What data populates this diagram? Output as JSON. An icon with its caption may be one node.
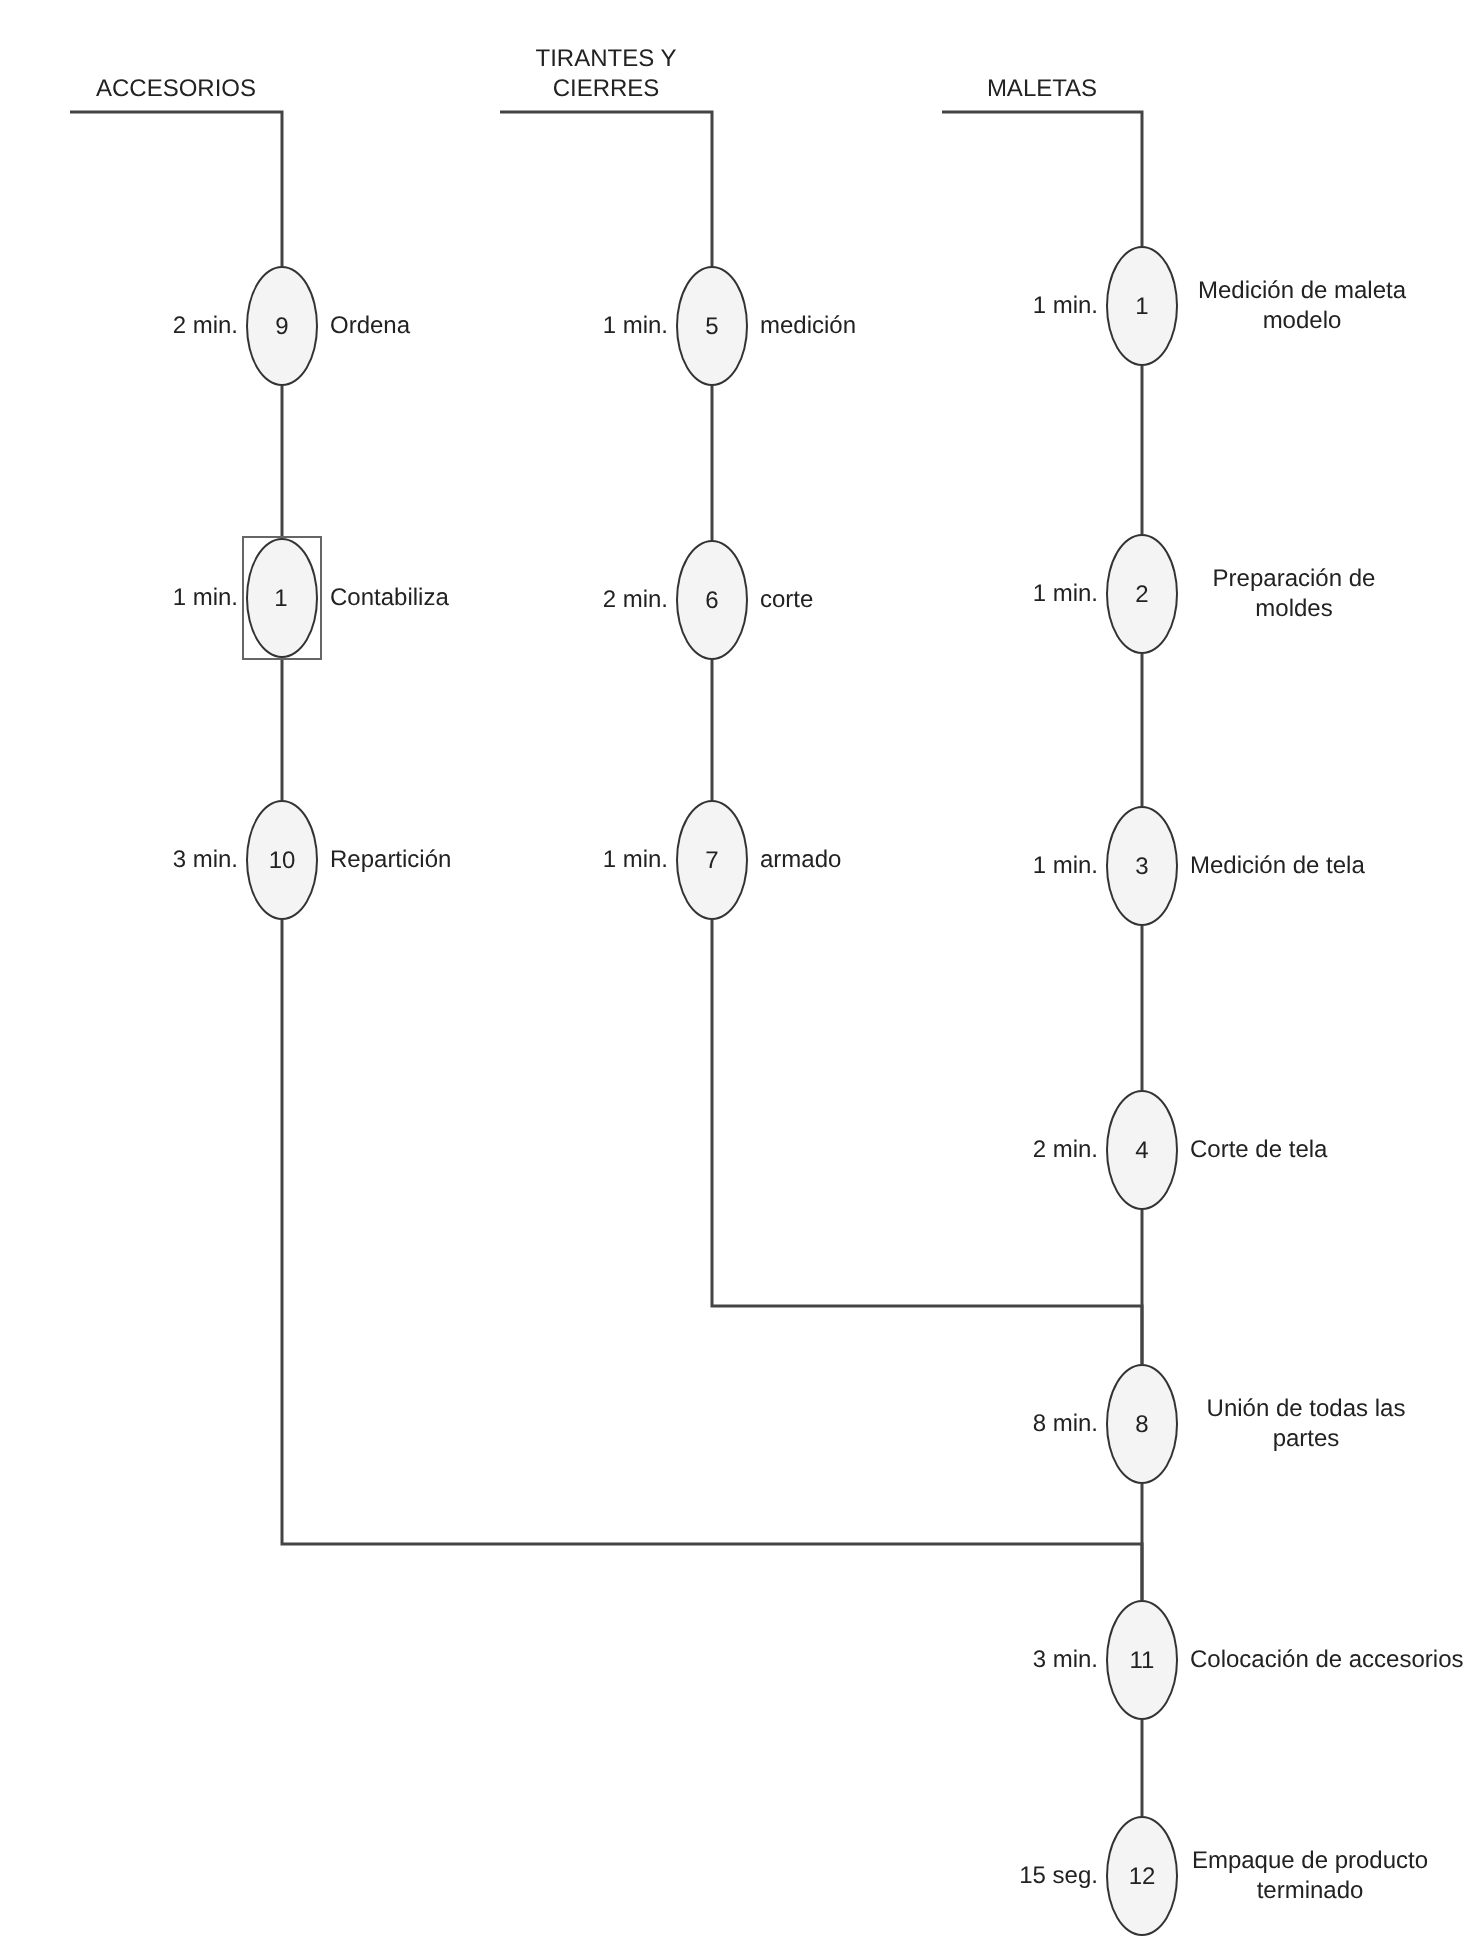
{
  "diagram": {
    "nodes": [
      {
        "text": [
          "ACCESORIOS"
        ]
      },
      {
        "text": [
          "TIRANTES Y CIERRES"
        ]
      },
      {
        "text": [
          "MALETAS"
        ]
      },
      {
        "text": [
          "9"
        ],
        "beside": [
          "2 min.",
          "Ordena"
        ]
      },
      {
        "text": [],
        "shape": "box"
      },
      {
        "text": [
          "1"
        ],
        "in": 4,
        "beside": [
          "1 min.",
          "Contabiliza"
        ]
      },
      {
        "text": [
          "10"
        ],
        "beside": [
          "3 min.",
          "Repartición"
        ]
      },
      {
        "text": [
          "5"
        ],
        "beside": [
          "1 min.",
          "medición"
        ]
      },
      {
        "text": [
          "6"
        ],
        "beside": [
          "2 min.",
          "corte"
        ]
      },
      {
        "text": [
          "7"
        ],
        "beside": [
          "1 min.",
          "armado"
        ]
      },
      {
        "text": [
          "1"
        ],
        "beside": [
          "1 min.",
          "Medición de maleta modelo"
        ]
      },
      {
        "text": [
          "2"
        ],
        "beside": [
          "1 min.",
          "Preparación de moldes"
        ]
      },
      {
        "text": [
          "3"
        ],
        "beside": [
          "1 min.",
          "Medición de tela"
        ]
      },
      {
        "text": [
          "4"
        ],
        "beside": [
          "2 min.",
          "Corte de tela"
        ]
      },
      {
        "text": [
          "8"
        ],
        "beside": [
          "8 min.",
          "Unión de todas las partes"
        ]
      },
      {
        "text": [
          "11"
        ],
        "beside": [
          "3 min.",
          "Colocación de accesorios"
        ]
      },
      {
        "text": [
          "12"
        ],
        "beside": [
          "15 seg.",
          "Empaque de producto terminado"
        ]
      }
    ],
    "edges": [
      {
        "from": 0,
        "to": 3,
        "arrow": "none"
      },
      {
        "from": 3,
        "to": 4,
        "arrow": "none"
      },
      {
        "from": 4,
        "to": 6,
        "arrow": "none"
      },
      {
        "from": 1,
        "to": 7,
        "arrow": "none"
      },
      {
        "from": 7,
        "to": 8,
        "arrow": "none"
      },
      {
        "from": 8,
        "to": 9,
        "arrow": "none"
      },
      {
        "from": 2,
        "to": 10,
        "arrow": "none"
      },
      {
        "from": 10,
        "to": 11,
        "arrow": "none"
      },
      {
        "from": 11,
        "to": 12,
        "arrow": "none"
      },
      {
        "from": 12,
        "to": 13,
        "arrow": "none"
      },
      {
        "from": 13,
        "to": 14,
        "arrow": "none"
      },
      {
        "from": 9,
        "to": 14,
        "arrow": "none"
      },
      {
        "from": 14,
        "to": 15,
        "arrow": "none"
      },
      {
        "from": 6,
        "to": 15,
        "arrow": "none"
      },
      {
        "from": 15,
        "to": 16,
        "arrow": "none"
      }
    ]
  }
}
